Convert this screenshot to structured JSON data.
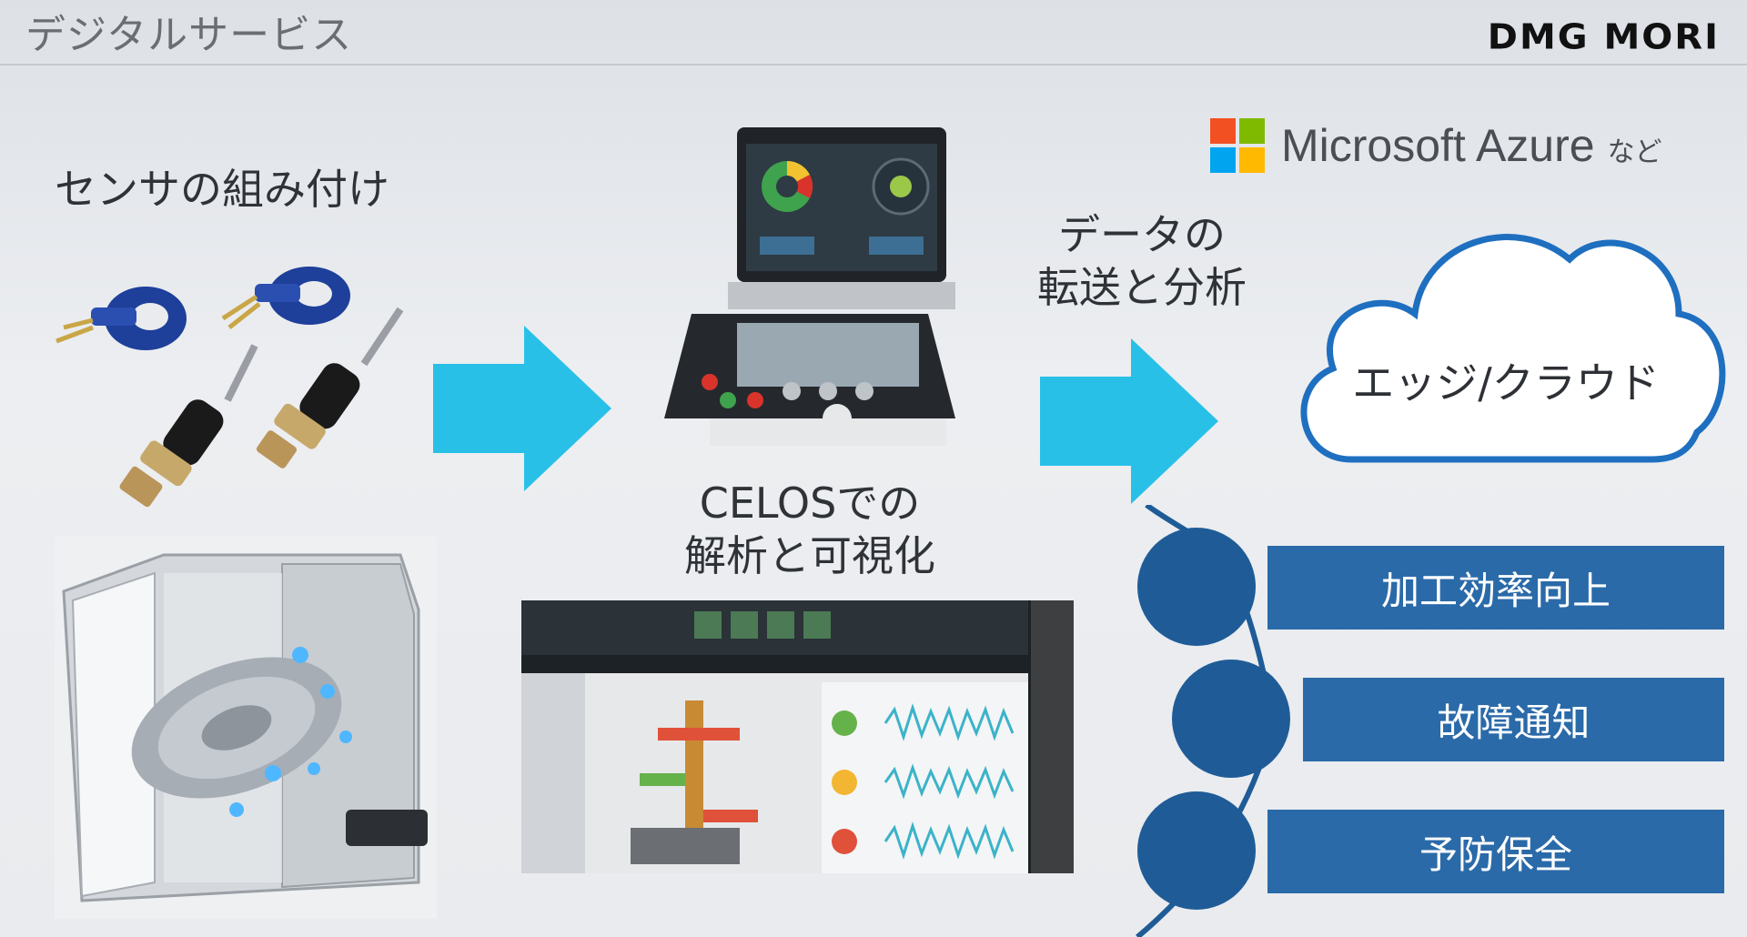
{
  "slide": {
    "title": "デジタルサービス",
    "brand": "DMG MORI"
  },
  "labels": {
    "sensor": "センサの組み付け",
    "celos_line1": "CELOSでの",
    "celos_line2": "解析と可視化",
    "transfer_line1": "データの",
    "transfer_line2": "転送と分析"
  },
  "provider": {
    "name": "Microsoft Azure",
    "suffix": "など",
    "logo_colors": [
      "#f25022",
      "#7fba00",
      "#00a4ef",
      "#ffb900"
    ]
  },
  "cloud": {
    "label": "エッジ/クラウド"
  },
  "benefits": [
    "加工効率向上",
    "故障通知",
    "予防保全"
  ],
  "colors": {
    "arrow": "#29c0e8",
    "benefit_bg": "#2b6aa8",
    "dot": "#1f5c97",
    "cloud_stroke": "#1f6fc0"
  }
}
